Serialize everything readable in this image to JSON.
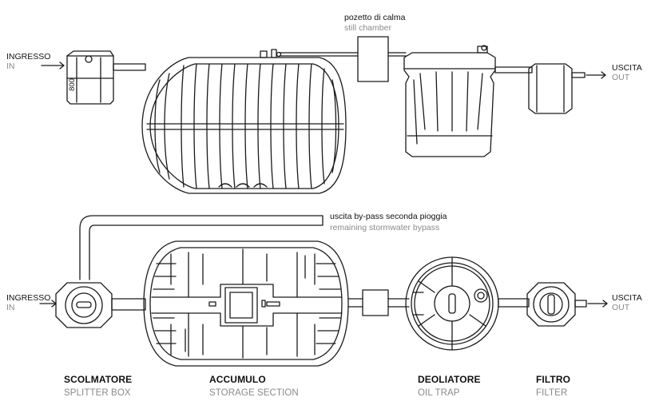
{
  "top_view": {
    "inlet": {
      "main": "INGRESSO",
      "sub": "IN"
    },
    "tank_mark": "800",
    "still_chamber": {
      "main": "pozetto di calma",
      "sub": "still chamber"
    },
    "outlet": {
      "main": "USCITA",
      "sub": "OUT"
    }
  },
  "bottom_view": {
    "bypass": {
      "main": "uscita by-pass seconda pioggia",
      "sub": "remaining stormwater bypass"
    },
    "inlet": {
      "main": "INGRESSO",
      "sub": "IN"
    },
    "outlet": {
      "main": "USCITA",
      "sub": "OUT"
    }
  },
  "components": [
    {
      "main": "SCOLMATORE",
      "sub": "SPLITTER BOX"
    },
    {
      "main": "ACCUMULO",
      "sub": "STORAGE SECTION"
    },
    {
      "main": "DEOLIATORE",
      "sub": "OIL TRAP"
    },
    {
      "main": "FILTRO",
      "sub": "FILTER"
    }
  ],
  "colors": {
    "line": "#1a1a1a",
    "pipe_fill": "#ffffff",
    "sub_text": "#8a8a8a"
  }
}
